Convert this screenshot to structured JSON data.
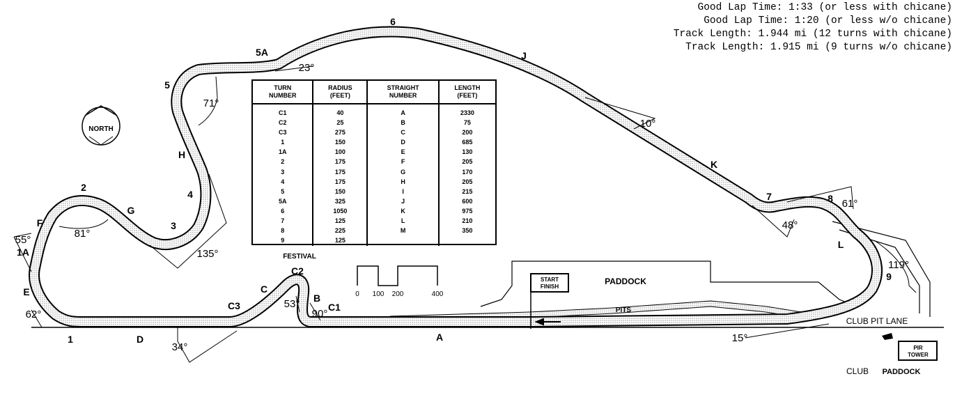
{
  "info": {
    "lines": [
      "Good Lap Time: 1:33 (or less with chicane)",
      "Good Lap Time: 1:20 (or less w/o chicane)",
      "Track Length: 1.944 mi (12 turns with chicane)",
      "Track Length: 1.915 mi (9 turns w/o chicane)"
    ]
  },
  "table": {
    "headers": {
      "turn": [
        "TURN",
        "NUMBER"
      ],
      "radius": [
        "RADIUS",
        "(FEET)"
      ],
      "straight": [
        "STRAIGHT",
        "NUMBER"
      ],
      "length": [
        "LENGTH",
        "(FEET)"
      ]
    },
    "turns": [
      "C1",
      "C2",
      "C3",
      "1",
      "1A",
      "2",
      "3",
      "4",
      "5",
      "5A",
      "6",
      "7",
      "8",
      "9"
    ],
    "radii": [
      "40",
      "25",
      "275",
      "150",
      "100",
      "175",
      "175",
      "175",
      "150",
      "325",
      "1050",
      "125",
      "225",
      "125"
    ],
    "straights": [
      "A",
      "B",
      "C",
      "D",
      "E",
      "F",
      "G",
      "H",
      "I",
      "J",
      "K",
      "L",
      "M"
    ],
    "lengths": [
      "2330",
      "75",
      "200",
      "685",
      "130",
      "205",
      "170",
      "205",
      "215",
      "600",
      "975",
      "210",
      "350"
    ]
  },
  "turn_labels": {
    "t1": "1",
    "t1a": "1A",
    "t2": "2",
    "t3": "3",
    "t4": "4",
    "t5": "5",
    "t5a": "5A",
    "t6": "6",
    "t7": "7",
    "t8": "8",
    "t9": "9",
    "c1": "C1",
    "c2": "C2",
    "c3": "C3"
  },
  "straight_labels": {
    "a": "A",
    "b": "B",
    "c": "C",
    "d": "D",
    "e": "E",
    "f": "F",
    "g": "G",
    "h": "H",
    "j": "J",
    "k": "K",
    "l": "L"
  },
  "angles": {
    "a23": "23°",
    "a71": "71°",
    "a135": "135°",
    "a81": "81°",
    "a55": "55°",
    "a62": "62°",
    "a34": "34°",
    "a53": "53°",
    "a90": "90°",
    "a10": "10°",
    "a48": "48°",
    "a61": "61°",
    "a119": "119°",
    "a15": "15°"
  },
  "places": {
    "north": "NORTH",
    "festival": "FESTIVAL",
    "paddock": "PADDOCK",
    "start_finish": [
      "START",
      "FINISH"
    ],
    "pits": "PITS",
    "club_pit_lane": "CLUB PIT LANE",
    "pir_tower": [
      "PIR",
      "TOWER"
    ],
    "club": "CLUB",
    "club_paddock": "PADDOCK"
  },
  "scale": {
    "ticks": [
      "0",
      "100",
      "200",
      "400"
    ]
  }
}
